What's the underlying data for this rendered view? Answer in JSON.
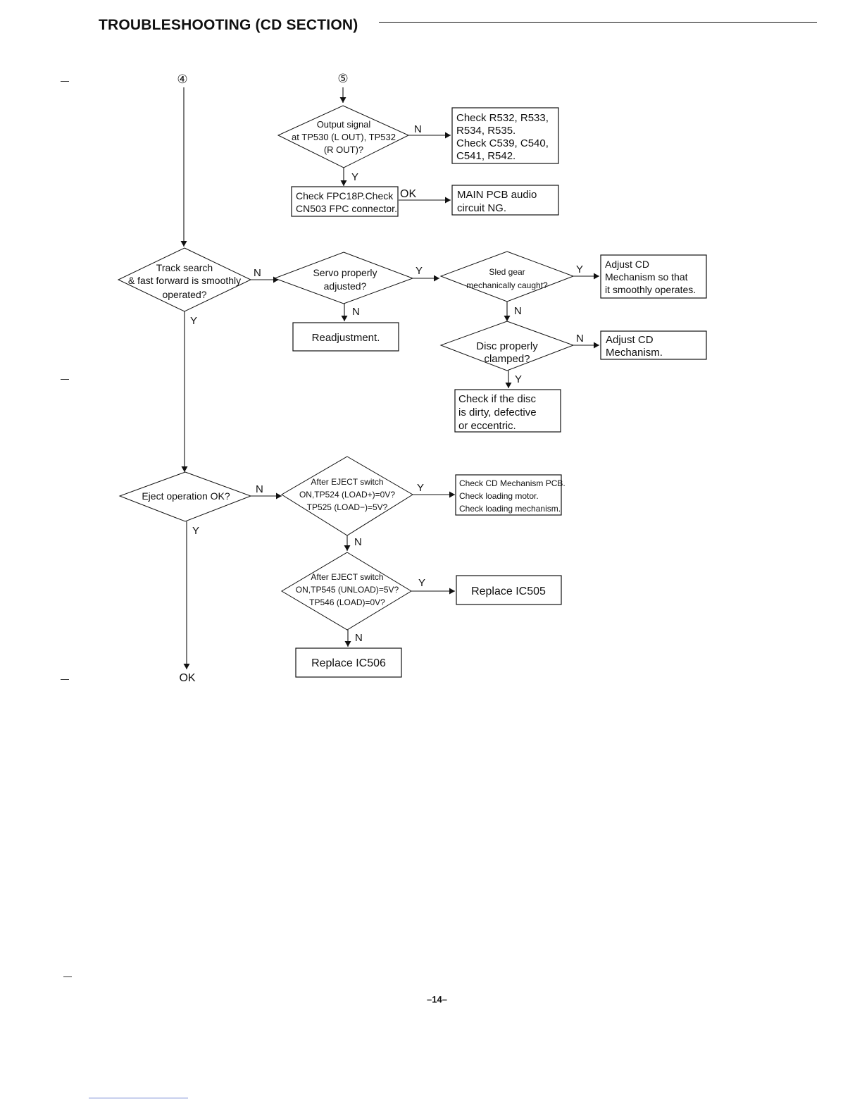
{
  "page": {
    "title": "TROUBLESHOOTING (CD SECTION)",
    "page_number": "–14–"
  },
  "connectors": {
    "c4": "④",
    "c5": "⑤"
  },
  "nodes": {
    "d_output": {
      "lines": [
        "Output signal",
        "at TP530 (L OUT), TP532",
        "(R OUT)?"
      ]
    },
    "b_check_r": {
      "lines": [
        "Check R532, R533,",
        "R534, R535.",
        "Check C539, C540,",
        "C541, R542."
      ]
    },
    "b_fpc": {
      "lines": [
        "Check FPC18P.Check",
        "CN503 FPC connector."
      ]
    },
    "b_main": {
      "lines": [
        "MAIN PCB audio",
        "circuit NG."
      ]
    },
    "d_track": {
      "lines": [
        "Track search",
        "& fast forward is smoothly",
        "operated?"
      ]
    },
    "d_servo": {
      "lines": [
        "Servo properly",
        "adjusted?"
      ]
    },
    "d_sled": {
      "lines": [
        "Sled gear",
        "mechanically caught?"
      ]
    },
    "b_adjust1": {
      "lines": [
        "Adjust CD",
        "Mechanism so that",
        "it smoothly operates."
      ]
    },
    "b_readjust": {
      "lines": [
        "Readjustment."
      ]
    },
    "d_disc": {
      "lines": [
        "Disc properly",
        "clamped?"
      ]
    },
    "b_adjust2": {
      "lines": [
        "Adjust CD",
        "Mechanism."
      ]
    },
    "b_dirty": {
      "lines": [
        "Check if the disc",
        "is dirty, defective",
        "or eccentric."
      ]
    },
    "d_eject": {
      "lines": [
        "Eject operation OK?"
      ]
    },
    "d_after1": {
      "lines": [
        "After EJECT switch",
        "ON,TP524 (LOAD+)=0V?",
        "TP525 (LOAD−)=5V?"
      ]
    },
    "b_checkmech": {
      "lines": [
        "Check CD Mechanism PCB.",
        "Check loading motor.",
        "Check loading mechanism."
      ]
    },
    "d_after2": {
      "lines": [
        "After EJECT switch",
        "ON,TP545 (UNLOAD)=5V?",
        "TP546 (LOAD)=0V?"
      ]
    },
    "b_ic505": {
      "lines": [
        "Replace IC505"
      ]
    },
    "b_ic506": {
      "lines": [
        "Replace IC506"
      ]
    },
    "end_ok": {
      "lines": [
        "OK"
      ]
    }
  },
  "edge_labels": {
    "output_n": "N",
    "output_y": "Y",
    "fpc_ok": "OK",
    "track_n": "N",
    "track_y": "Y",
    "servo_y": "Y",
    "servo_n": "N",
    "sled_y": "Y",
    "sled_n": "N",
    "disc_n": "N",
    "disc_y": "Y",
    "eject_n": "N",
    "eject_y": "Y",
    "after1_y": "Y",
    "after1_n": "N",
    "after2_y": "Y",
    "after2_n": "N"
  }
}
